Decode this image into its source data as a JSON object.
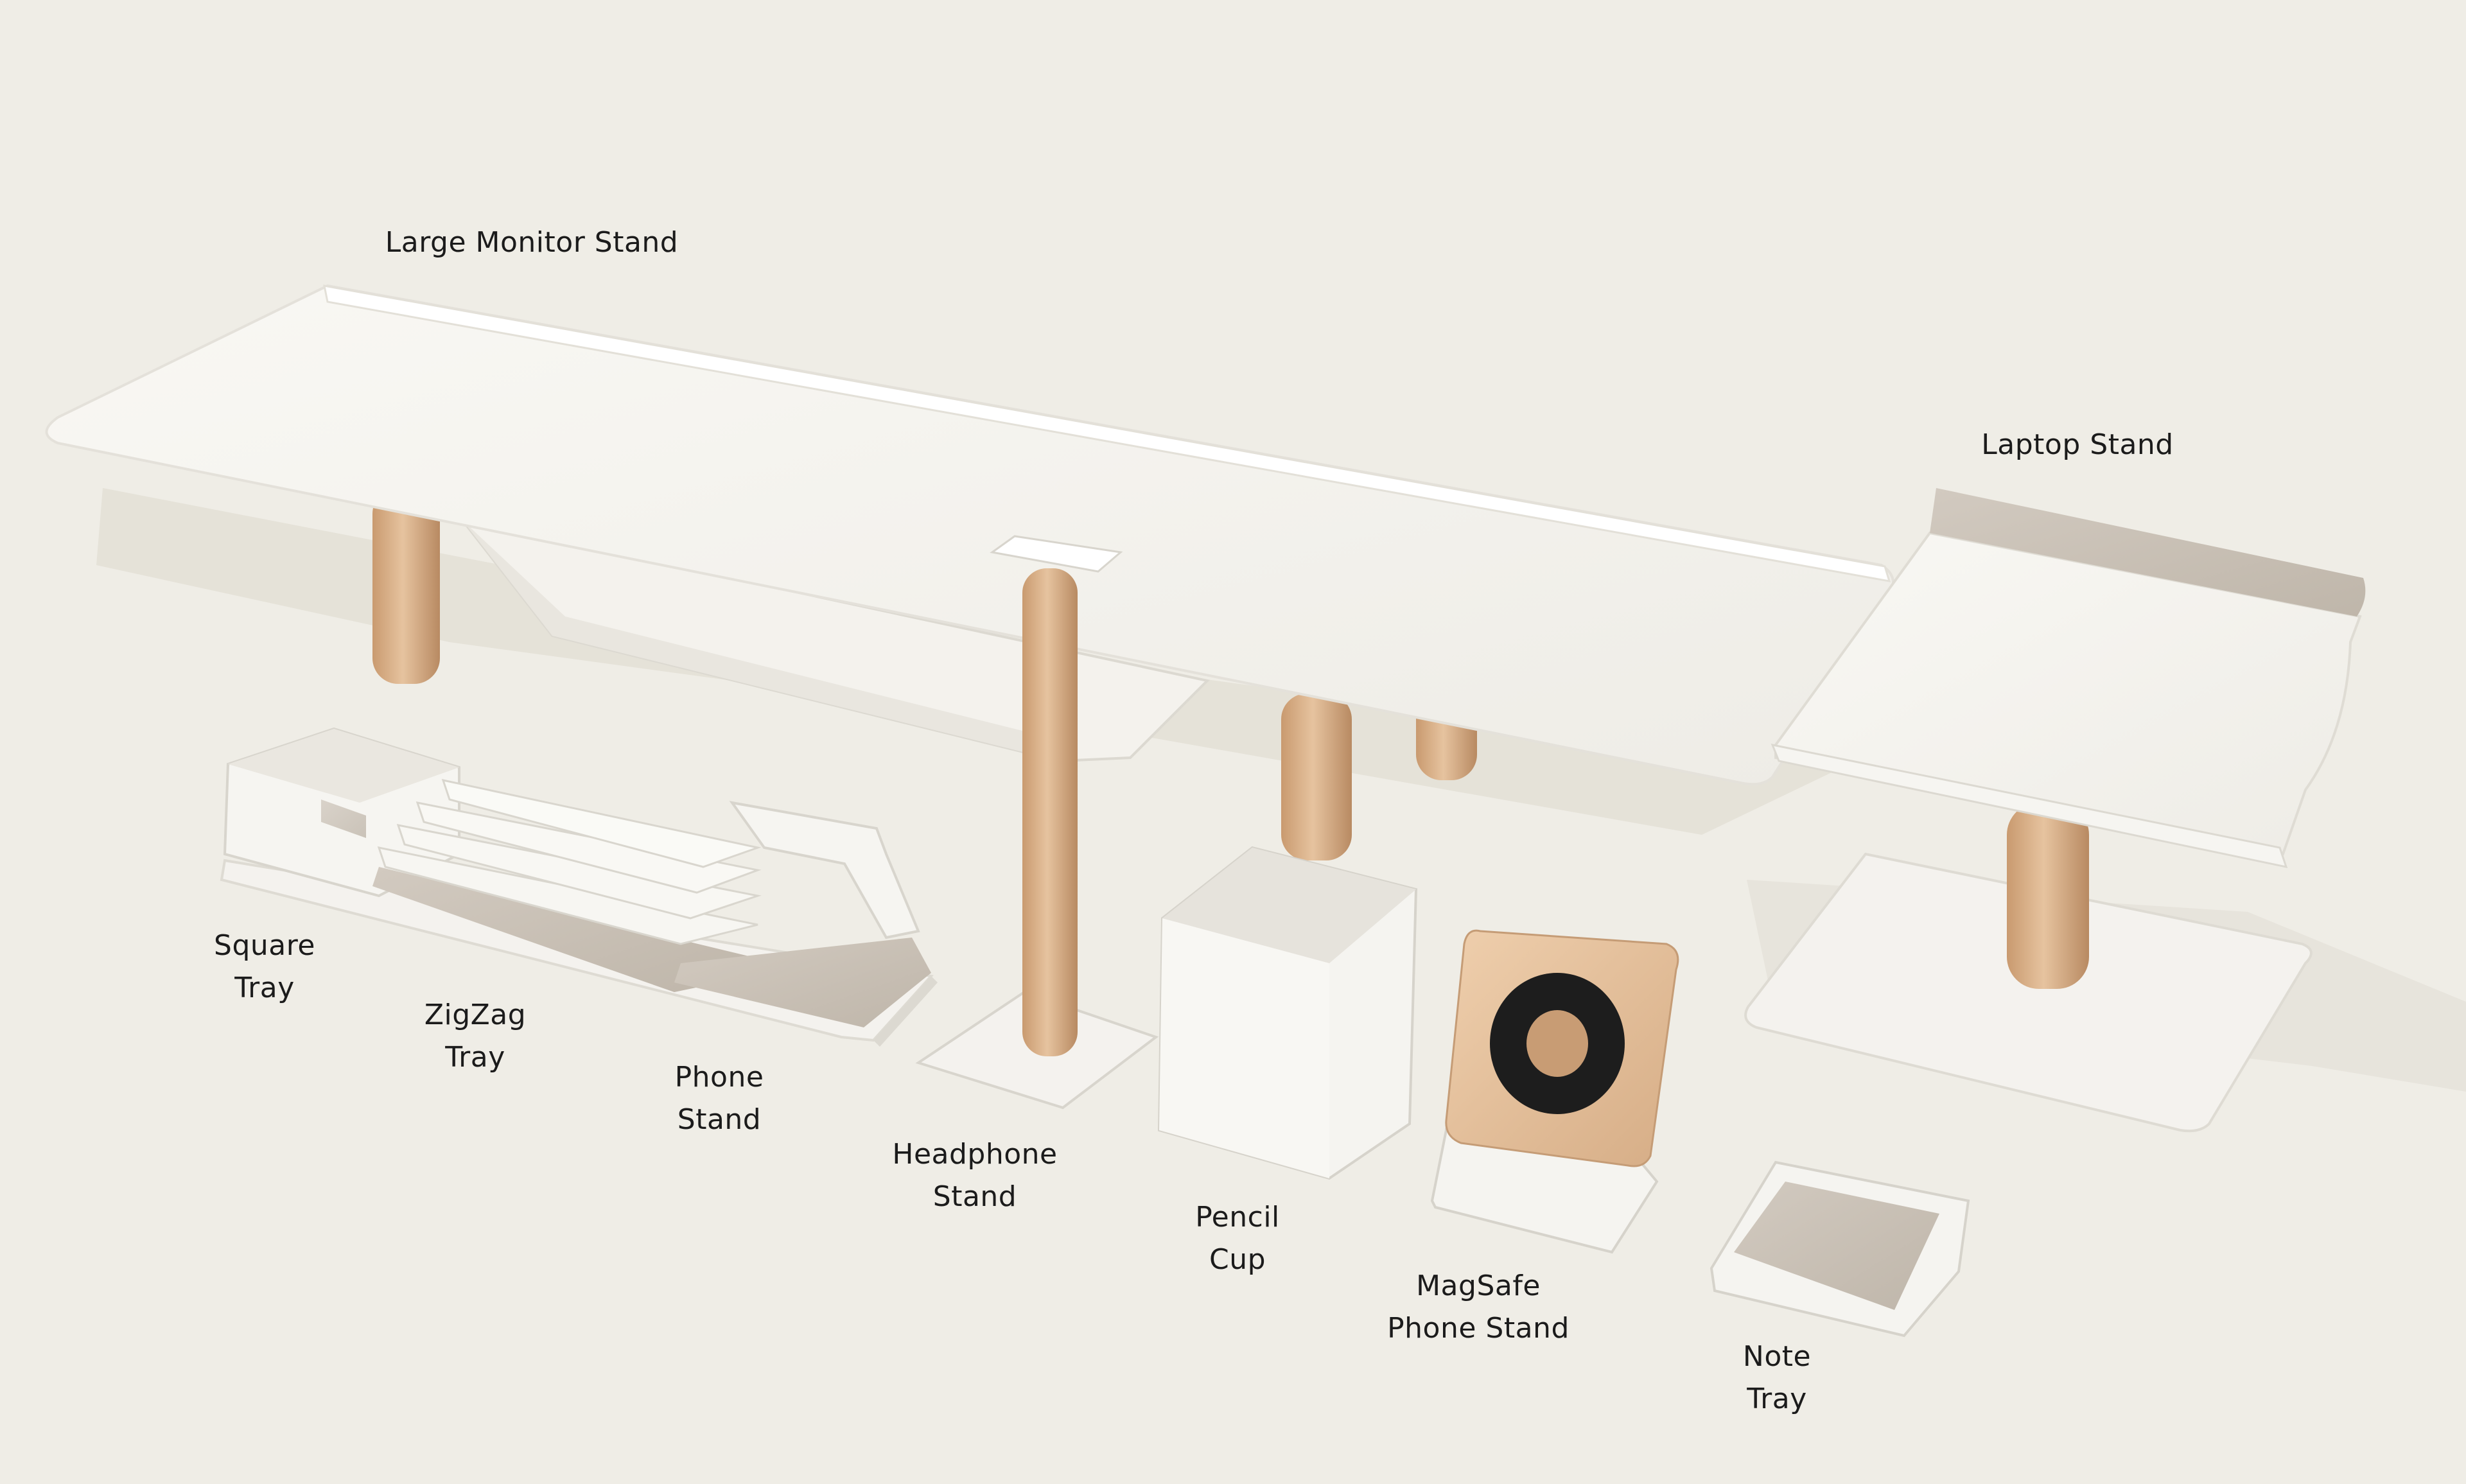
{
  "colors": {
    "background": "#efede6",
    "product_white": "#f7f6f2",
    "wood": "#d9b08a",
    "felt": "#c9c0b5",
    "label_text": "#1b1b1b"
  },
  "labels": {
    "large_monitor_stand": {
      "line1": "Large Monitor Stand"
    },
    "laptop_stand": {
      "line1": "Laptop Stand"
    },
    "square_tray": {
      "line1": "Square",
      "line2": "Tray"
    },
    "zigzag_tray": {
      "line1": "ZigZag",
      "line2": "Tray"
    },
    "phone_stand": {
      "line1": "Phone",
      "line2": "Stand"
    },
    "headphone_stand": {
      "line1": "Headphone",
      "line2": "Stand"
    },
    "pencil_cup": {
      "line1": "Pencil",
      "line2": "Cup"
    },
    "magsafe_phone_stand": {
      "line1": "MagSafe",
      "line2": "Phone Stand"
    },
    "note_tray": {
      "line1": "Note",
      "line2": "Tray"
    }
  }
}
